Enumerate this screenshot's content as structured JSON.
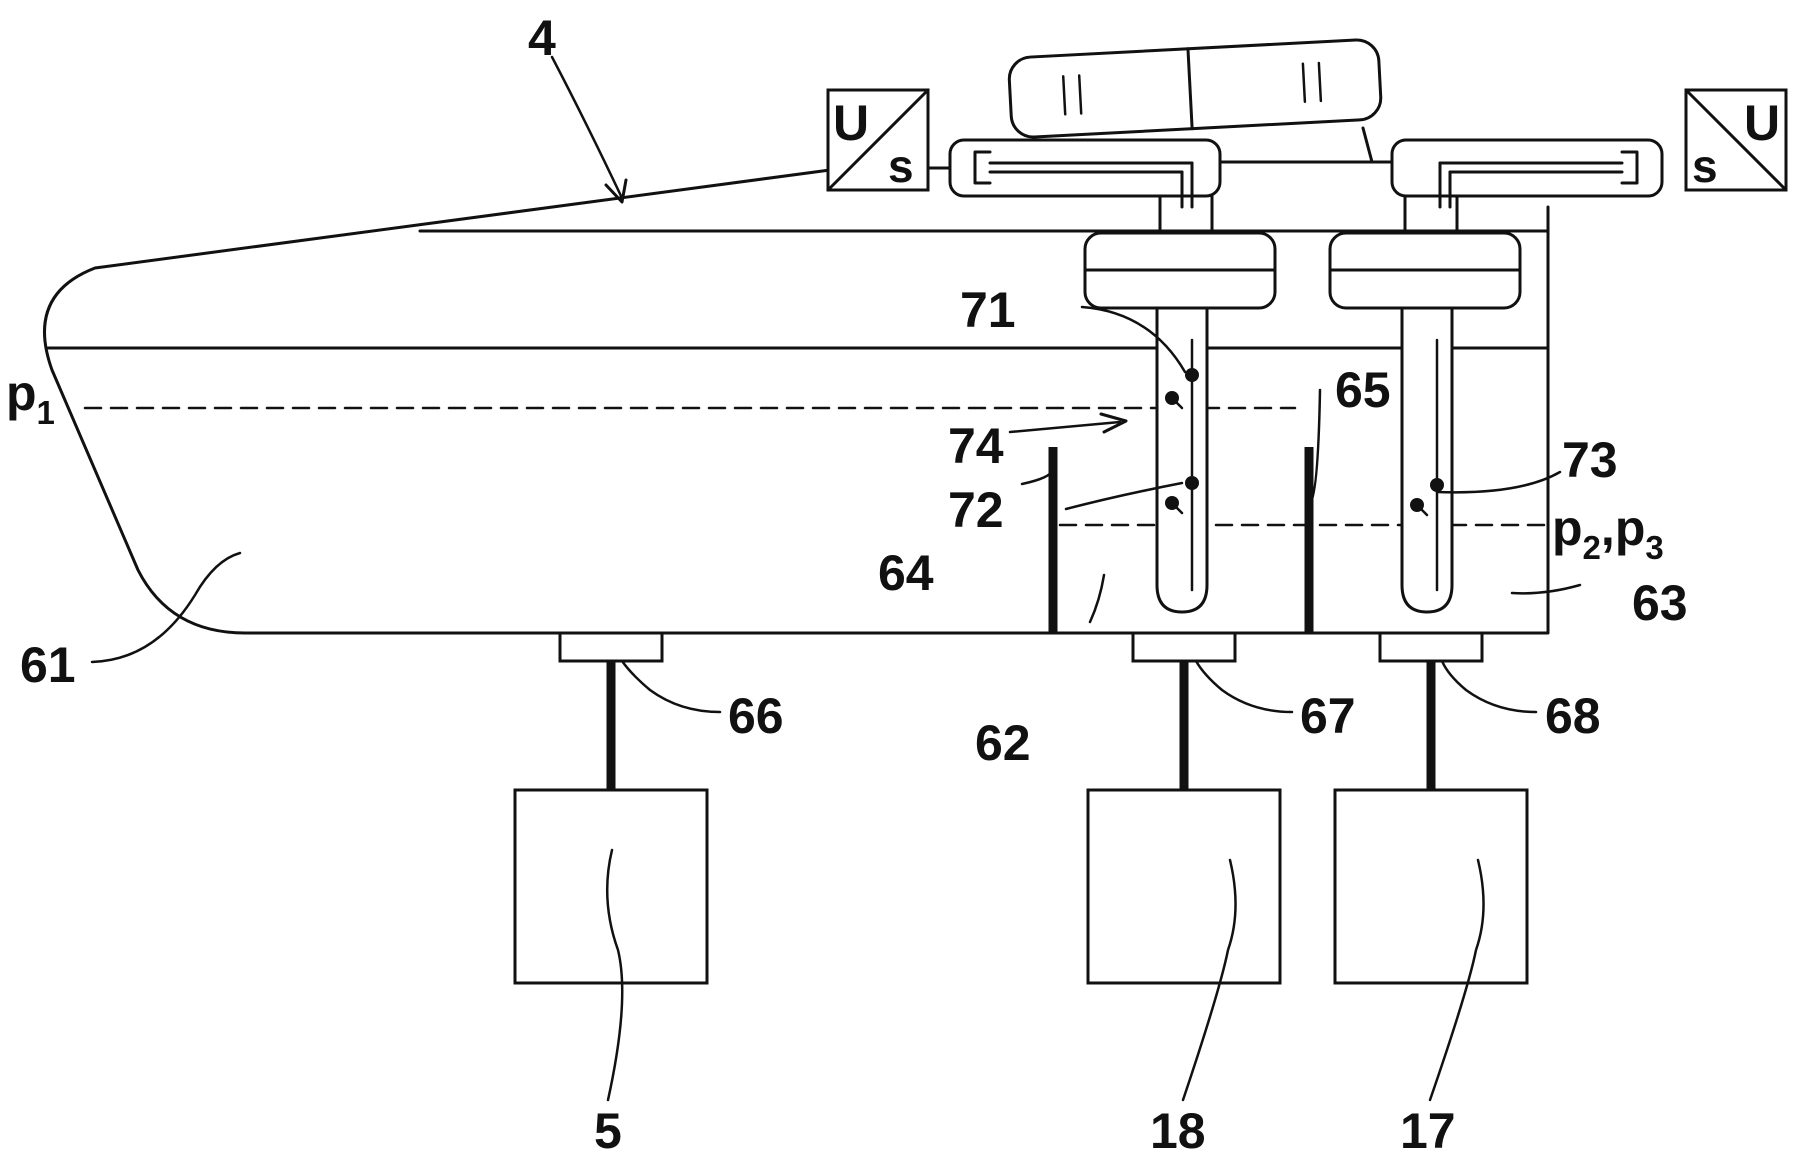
{
  "diagram": {
    "reference_numerals": {
      "apparatus": "4",
      "chamber_main": "61",
      "chamber_middle": "62",
      "chamber_right": "63",
      "wall_left": "64",
      "wall_right": "65",
      "port_left": "66",
      "port_middle": "67",
      "port_right": "68",
      "contact_upper": "71",
      "contact_lower": "72",
      "contact_right": "73",
      "sensor_arrow": "74",
      "unit_left": "5",
      "unit_middle": "18",
      "unit_right": "17"
    },
    "levels": {
      "upper": "p",
      "upper_sub": "1",
      "lower_a": "p",
      "lower_a_sub": "2",
      "separator": ",",
      "lower_b": "p",
      "lower_b_sub": "3"
    },
    "converters": {
      "left_top": "U",
      "left_bottom": "s",
      "right_top": "U",
      "right_bottom": "s"
    }
  }
}
